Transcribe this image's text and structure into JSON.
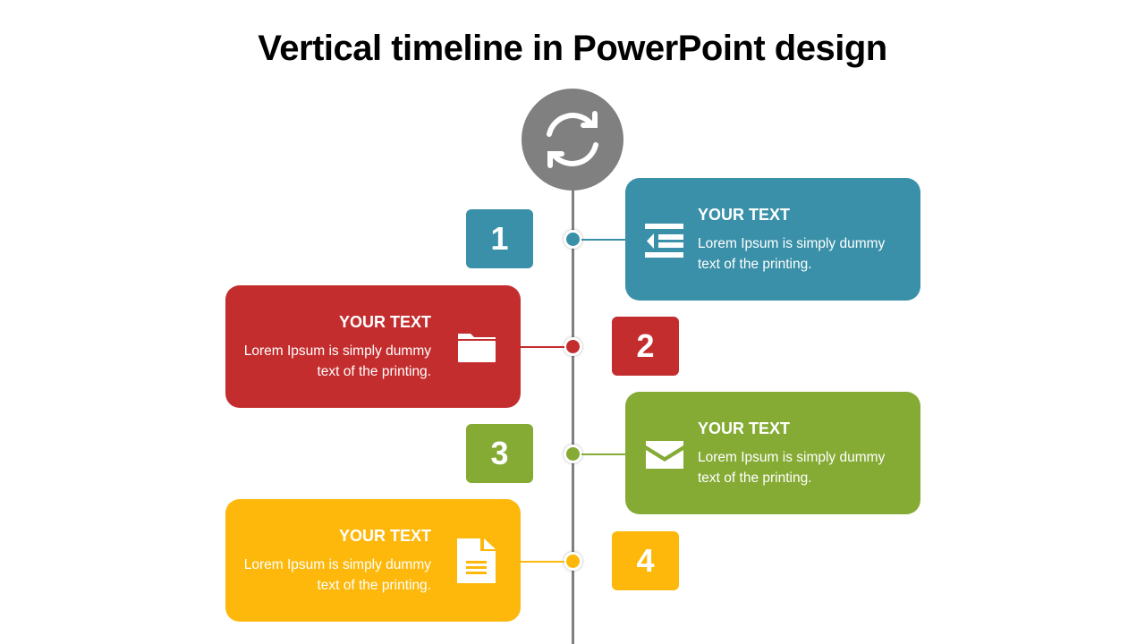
{
  "title": "Vertical timeline in PowerPoint design",
  "hub_icon": "refresh-icon",
  "colors": {
    "line": "#808080",
    "teal": "#3A90A8",
    "red": "#C42D2E",
    "green": "#85AB35",
    "yellow": "#FDB80B"
  },
  "steps": [
    {
      "number": "1",
      "title": "YOUR TEXT",
      "body": "Lorem Ipsum is simply dummy text of the printing.",
      "icon": "indent-list-icon",
      "color": "#3A90A8"
    },
    {
      "number": "2",
      "title": "YOUR TEXT",
      "body": "Lorem Ipsum is simply dummy text of the printing.",
      "icon": "folder-icon",
      "color": "#C42D2E"
    },
    {
      "number": "3",
      "title": "YOUR TEXT",
      "body": "Lorem Ipsum is simply dummy text of the printing.",
      "icon": "envelope-icon",
      "color": "#85AB35"
    },
    {
      "number": "4",
      "title": "YOUR TEXT",
      "body": "Lorem Ipsum is simply dummy text of the printing.",
      "icon": "document-icon",
      "color": "#FDB80B"
    }
  ]
}
